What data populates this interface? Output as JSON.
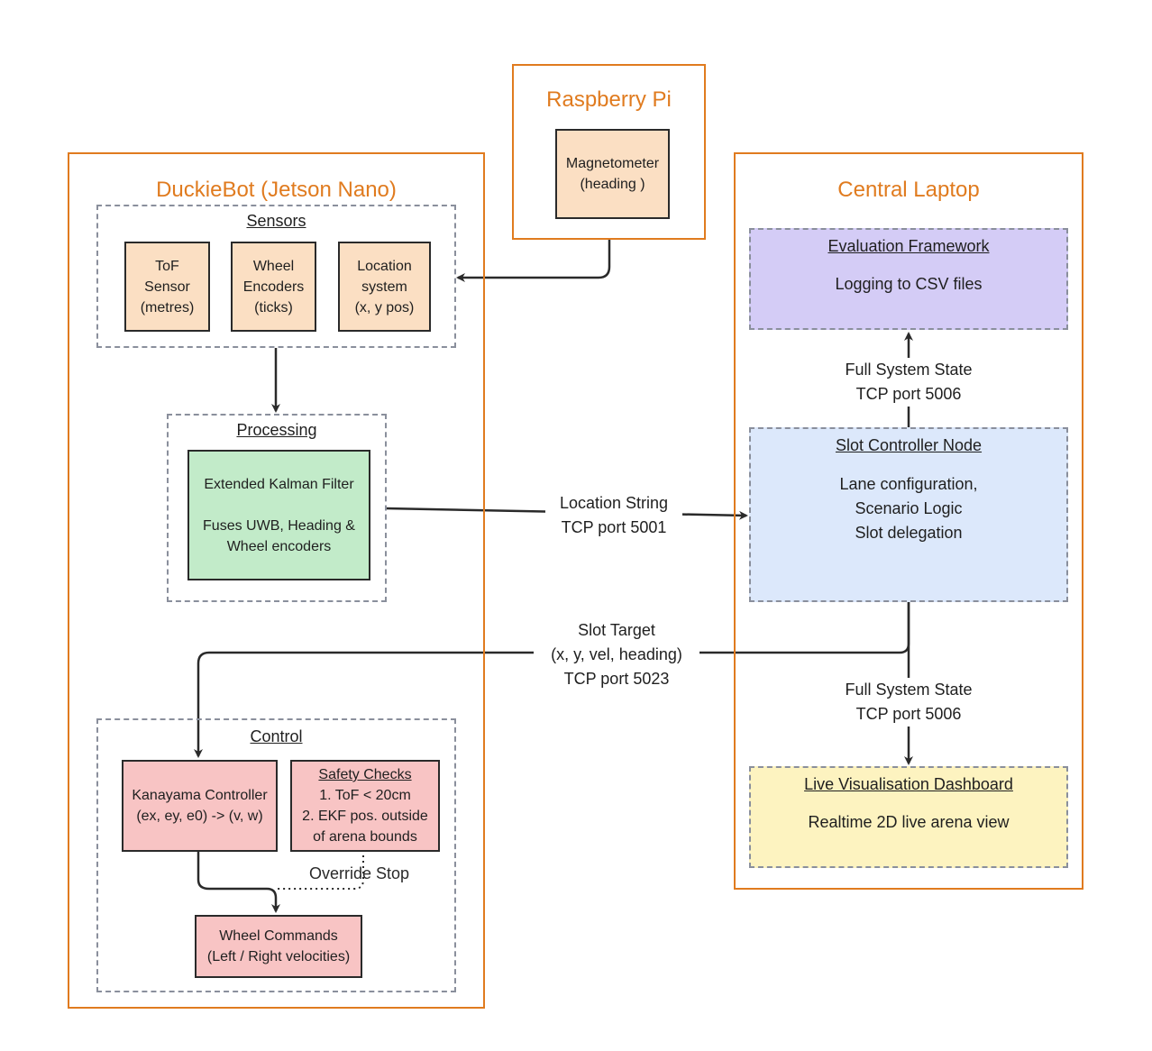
{
  "raspberry_pi": {
    "title": "Raspberry Pi",
    "magnetometer": [
      "Magnetometer",
      "(heading )"
    ]
  },
  "duckiebot": {
    "title": "DuckieBot (Jetson Nano)",
    "sensors": {
      "title": "Sensors",
      "tof": [
        "ToF",
        "Sensor",
        "(metres)"
      ],
      "wheel_encoders": [
        "Wheel",
        "Encoders",
        "(ticks)"
      ],
      "location_system": [
        "Location",
        "system",
        "(x, y pos)"
      ]
    },
    "processing": {
      "title": "Processing",
      "ekf_title": "Extended Kalman Filter",
      "ekf_desc": [
        "Fuses UWB, Heading &",
        "Wheel encoders"
      ]
    },
    "control": {
      "title": "Control",
      "kanayama": [
        "Kanayama Controller",
        "(ex, ey, e0) -> (v, w)"
      ],
      "safety_title": "Safety Checks",
      "safety_items": [
        "1. ToF < 20cm",
        "2. EKF pos. outside",
        "of arena bounds"
      ],
      "override": "Override Stop",
      "wheel_commands": [
        "Wheel Commands",
        "(Left / Right velocities)"
      ]
    }
  },
  "central_laptop": {
    "title": "Central Laptop",
    "evaluation": {
      "title": "Evaluation Framework",
      "desc": "Logging to CSV files"
    },
    "slot_controller": {
      "title": "Slot Controller Node",
      "desc": [
        "Lane configuration,",
        "Scenario Logic",
        "Slot delegation"
      ]
    },
    "dashboard": {
      "title": "Live Visualisation Dashboard",
      "desc": "Realtime 2D live arena view"
    }
  },
  "edges": {
    "location_string": [
      "Location String",
      "TCP port 5001"
    ],
    "slot_target": [
      "Slot Target",
      "(x, y, vel, heading)",
      "TCP port 5023"
    ],
    "state_to_eval": [
      "Full System State",
      "TCP port 5006"
    ],
    "state_to_dashboard": [
      "Full System State",
      "TCP port 5006"
    ]
  },
  "colors": {
    "orange_border": "#e07b1f",
    "peach_fill": "#fbdfc3",
    "green_fill": "#c2ebc9",
    "pink_fill": "#f8c4c4",
    "purple_fill": "#d4ccf6",
    "blue_fill": "#dce8fb",
    "yellow_fill": "#fdf3c0"
  }
}
